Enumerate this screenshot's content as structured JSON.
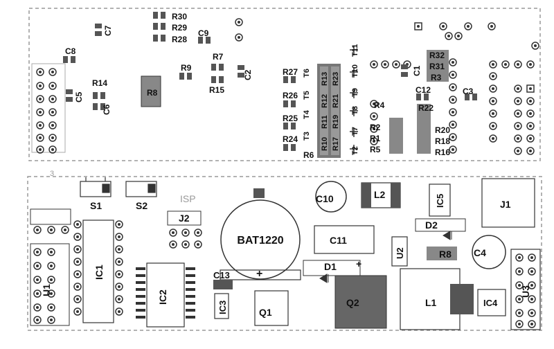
{
  "top_board": {
    "labels": {
      "R30": "R30",
      "R29": "R29",
      "R28": "R28",
      "C7": "C7",
      "C9": "C9",
      "C8": "C8",
      "R7": "R7",
      "R9": "R9",
      "R14": "R14",
      "R8": "R8",
      "C5": "C5",
      "C6": "C6",
      "R15": "R15",
      "C2": "C2",
      "R27": "R27",
      "R26": "R26",
      "R25": "R25",
      "R24": "R24",
      "R6": "R6",
      "T6": "T6",
      "T5": "T5",
      "T4": "T4",
      "T3": "T3",
      "R13": "R13",
      "R12": "R12",
      "R11": "R11",
      "R10": "R10",
      "R23": "R23",
      "R21": "R21",
      "R19": "R19",
      "R17": "R17",
      "T11": "T11",
      "T10": "T10",
      "T9": "T9",
      "T8": "T8",
      "T7": "T7",
      "T2": "T2",
      "C1": "C1",
      "R32": "R32",
      "R31": "R31",
      "R3": "R3",
      "C12": "C12",
      "C3": "C3",
      "R4": "R4",
      "R22": "R22",
      "R2": "R2",
      "R1": "R1",
      "R5": "R5",
      "R20": "R20",
      "R18": "R18",
      "R16": "R16"
    }
  },
  "bottom_board": {
    "labels": {
      "S1": "S1",
      "S2": "S2",
      "ISP": "ISP",
      "J2": "J2",
      "BAT1220": "BAT1220",
      "C10": "C10",
      "L2": "L2",
      "C11": "C11",
      "IC5": "IC5",
      "J1": "J1",
      "D2": "D2",
      "U2": "U2",
      "R8": "R8",
      "C4": "C4",
      "U1": "U1",
      "IC1": "IC1",
      "IC2": "IC2",
      "C13": "C13",
      "IC3": "IC3",
      "Q1": "Q1",
      "D1": "D1",
      "Q2": "Q2",
      "L1": "L1",
      "IC4": "IC4",
      "U3": "U3",
      "corner_mark": "3"
    },
    "polarity": {
      "plus": "+"
    }
  }
}
